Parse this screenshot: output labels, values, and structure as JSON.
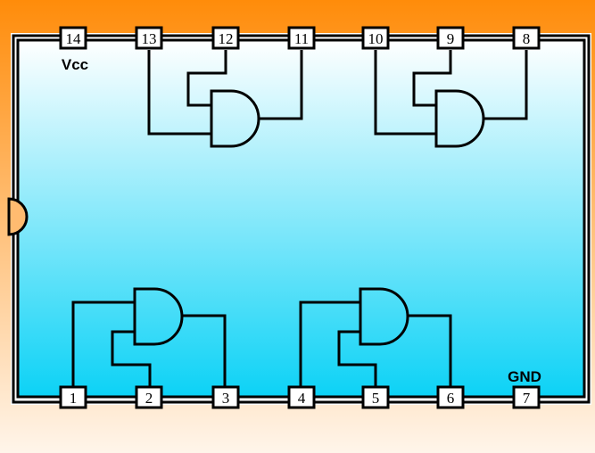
{
  "colors": {
    "background_top": "#ff8c0a",
    "background_bottom": "#fff5ea",
    "chip_fill_top": "#ffffff",
    "chip_fill_bottom": "#0cd2f6",
    "outline": "#000000",
    "pin_fill": "#ffffff"
  },
  "labels": {
    "vcc": "Vcc",
    "gnd": "GND"
  },
  "pins": {
    "top": [
      "14",
      "13",
      "12",
      "11",
      "10",
      "9",
      "8"
    ],
    "bottom": [
      "1",
      "2",
      "3",
      "4",
      "5",
      "6",
      "7"
    ]
  },
  "gates": {
    "type": "AND",
    "count": 4
  }
}
